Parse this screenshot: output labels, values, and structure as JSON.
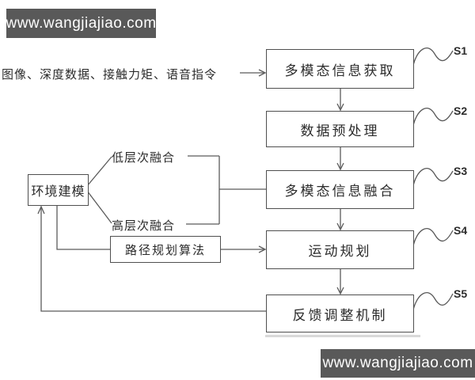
{
  "watermark": {
    "top": "www.wangjiajiao.com",
    "bottom": "www.wangjiajiao.com"
  },
  "diagram": {
    "input_label": "图像、深度数据、接触力矩、语音指令",
    "steps": [
      {
        "label": "多模态信息获取",
        "tag": "S1"
      },
      {
        "label": "数据预处理",
        "tag": "S2"
      },
      {
        "label": "多模态信息融合",
        "tag": "S3"
      },
      {
        "label": "运动规划",
        "tag": "S4"
      },
      {
        "label": "反馈调整机制",
        "tag": "S5"
      }
    ],
    "env_box_label": "环境建模",
    "low_fusion_label": "低层次融合",
    "high_fusion_label": "高层次融合",
    "path_box_label": "路径规划算法"
  },
  "colors": {
    "line": "#5a5a5a",
    "box_border": "#4f4f4f",
    "banner_bg": "#595959",
    "banner_text": "#ffffff",
    "text": "#2b2b2b"
  }
}
